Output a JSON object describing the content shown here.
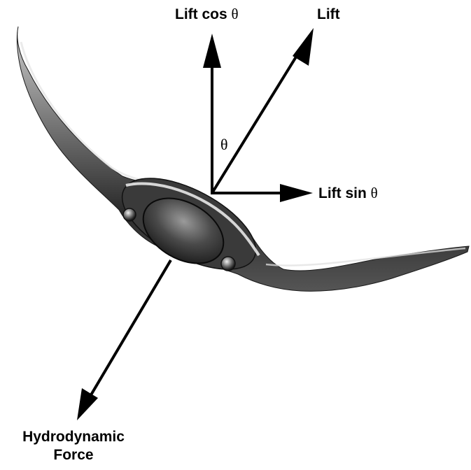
{
  "labels": {
    "lift_cos_prefix": "Lift cos ",
    "lift": "Lift",
    "lift_sin_prefix": "Lift sin ",
    "theta": "θ",
    "hydrodynamic_line1": "Hydrodynamic",
    "hydrodynamic_line2": "Force"
  }
}
